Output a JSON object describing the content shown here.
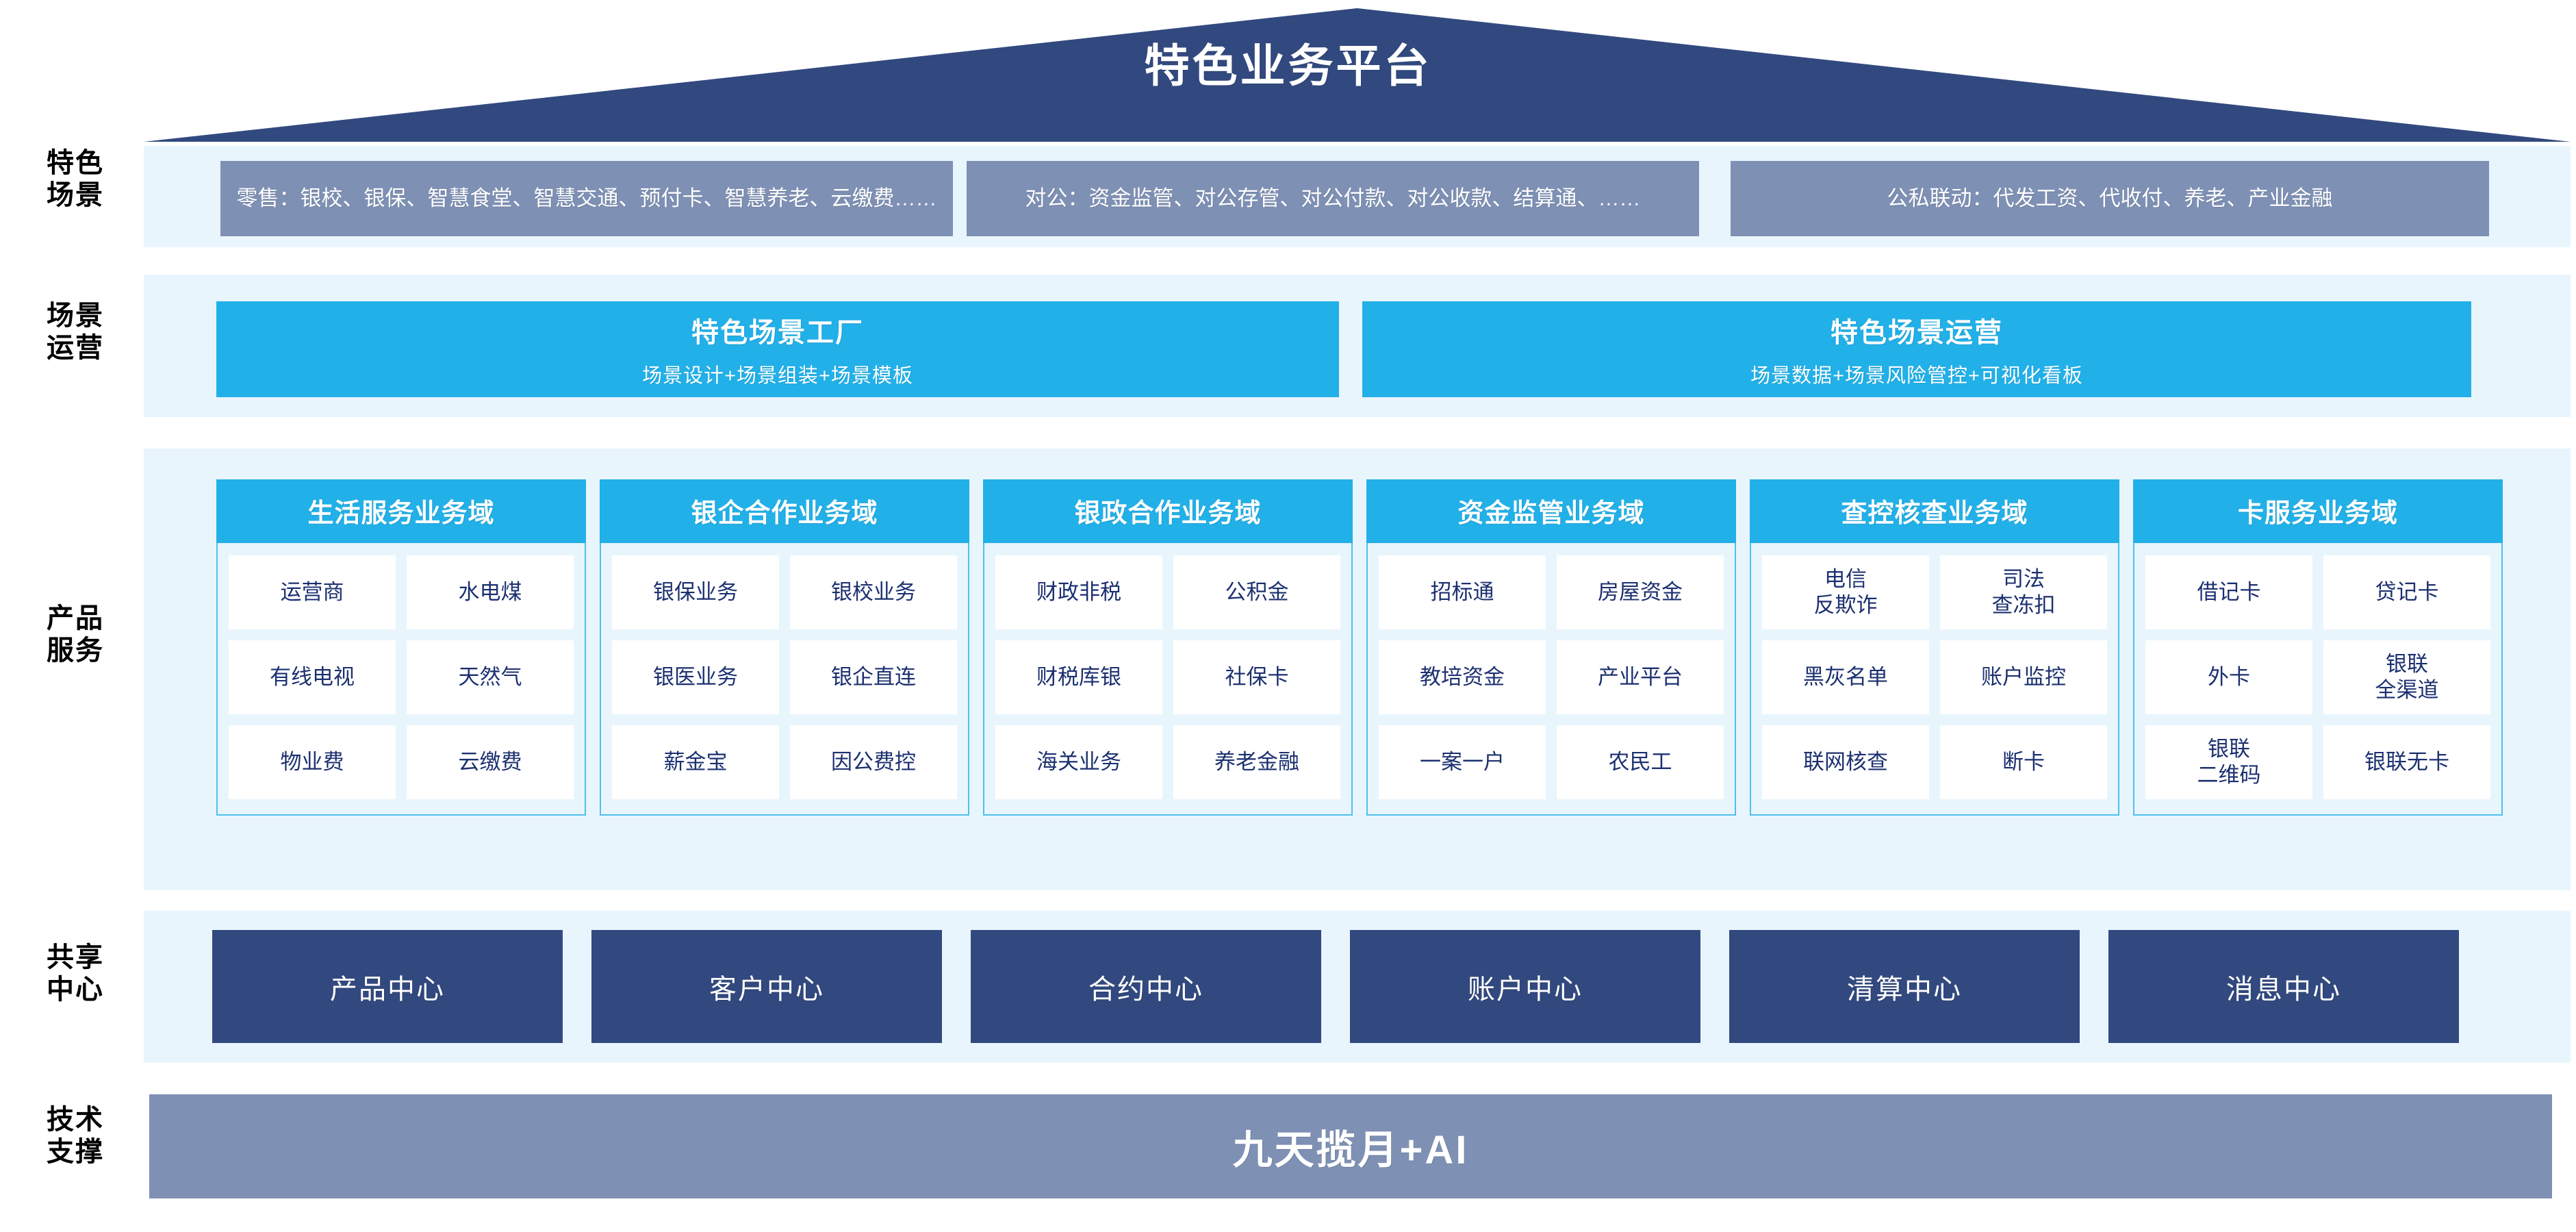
{
  "title": "特色业务平台",
  "colors": {
    "dark_blue": "#32497f",
    "slate_blue": "#7e90b4",
    "cyan": "#22b0e8",
    "pale_blue": "#e9f5fd",
    "text_navy": "#1c3070"
  },
  "row_labels": {
    "scenes": "特色\n场景",
    "operations": "场景\n运营",
    "products": "产品\n服务",
    "centers": "共享\n中心",
    "tech": "技术\n支撑"
  },
  "scenes": [
    {
      "text": "零售：银校、银保、智慧食堂、智慧交通、预付卡、智慧养老、云缴费……"
    },
    {
      "text": "对公：资金监管、对公存管、对公付款、对公收款、结算通、……"
    },
    {
      "text": "公私联动：代发工资、代收付、养老、产业金融"
    }
  ],
  "operations": [
    {
      "title": "特色场景工厂",
      "subtitle": "场景设计+场景组装+场景模板"
    },
    {
      "title": "特色场景运营",
      "subtitle": "场景数据+场景风险管控+可视化看板"
    }
  ],
  "product_domains": [
    {
      "title": "生活服务业务域",
      "items": [
        "运营商",
        "水电煤",
        "有线电视",
        "天然气",
        "物业费",
        "云缴费"
      ]
    },
    {
      "title": "银企合作业务域",
      "items": [
        "银保业务",
        "银校业务",
        "银医业务",
        "银企直连",
        "薪金宝",
        "因公费控"
      ]
    },
    {
      "title": "银政合作业务域",
      "items": [
        "财政非税",
        "公积金",
        "财税库银",
        "社保卡",
        "海关业务",
        "养老金融"
      ]
    },
    {
      "title": "资金监管业务域",
      "items": [
        "招标通",
        "房屋资金",
        "教培资金",
        "产业平台",
        "一案一户",
        "农民工"
      ]
    },
    {
      "title": "查控核查业务域",
      "items": [
        "电信\n反欺诈",
        "司法\n查冻扣",
        "黑灰名单",
        "账户监控",
        "联网核查",
        "断卡"
      ]
    },
    {
      "title": "卡服务业务域",
      "items": [
        "借记卡",
        "贷记卡",
        "外卡",
        "银联\n全渠道",
        "银联\n二维码",
        "银联无卡"
      ]
    }
  ],
  "shared_centers": [
    "产品中心",
    "客户中心",
    "合约中心",
    "账户中心",
    "清算中心",
    "消息中心"
  ],
  "tech_support": "九天揽月+AI"
}
